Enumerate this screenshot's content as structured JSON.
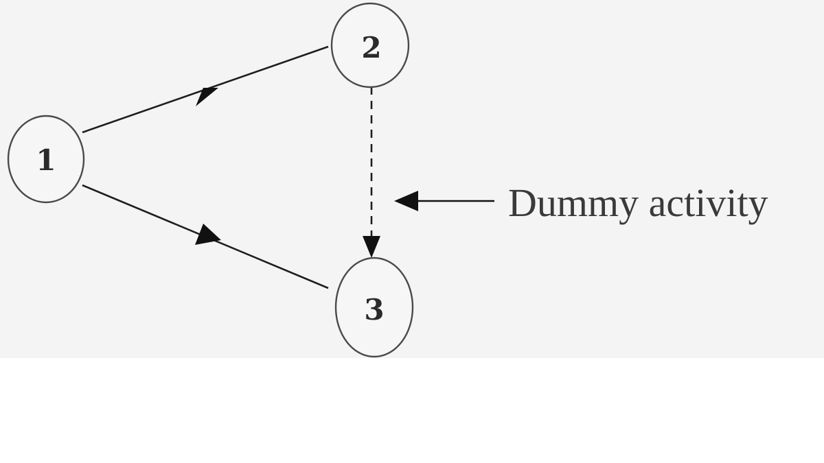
{
  "diagram": {
    "nodes": [
      {
        "id": "1",
        "label": "1"
      },
      {
        "id": "2",
        "label": "2"
      },
      {
        "id": "3",
        "label": "3"
      }
    ],
    "edges": [
      {
        "from": "1",
        "to": "2",
        "style": "solid"
      },
      {
        "from": "1",
        "to": "3",
        "style": "solid"
      },
      {
        "from": "2",
        "to": "3",
        "style": "dashed"
      }
    ],
    "annotation": {
      "text": "Dummy activity",
      "points_to": "2-3"
    }
  }
}
